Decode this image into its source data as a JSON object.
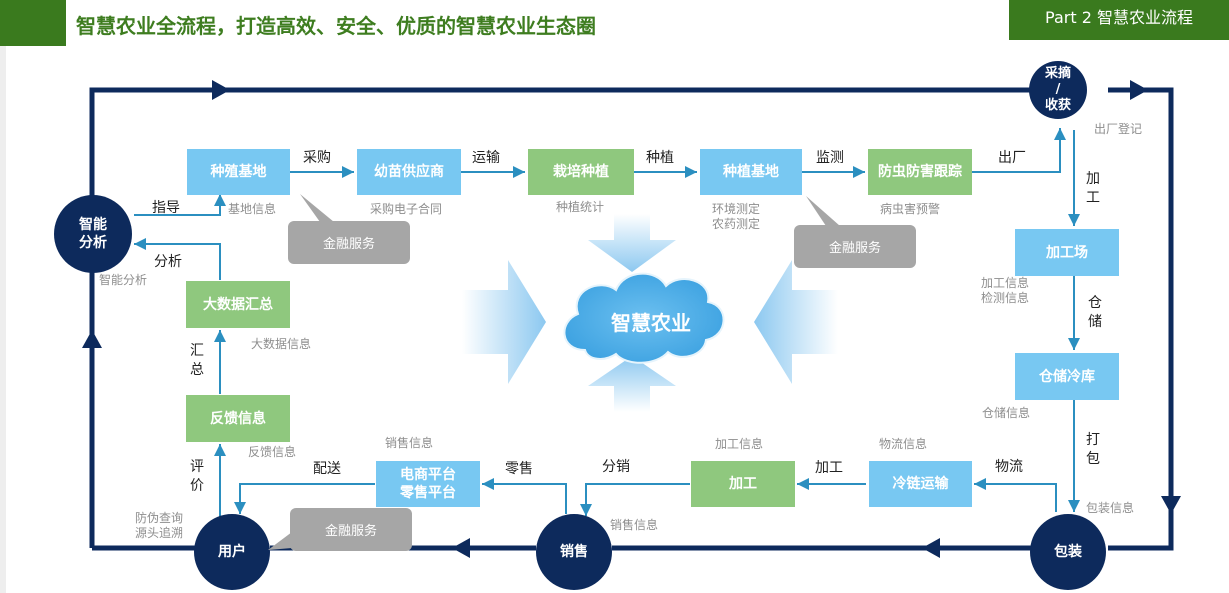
{
  "header": {
    "title": "智慧农业全流程，打造高效、安全、优质的智慧农业生态圈",
    "part_label": "Part 2 智慧农业流程"
  },
  "center": {
    "label": "智慧农业"
  },
  "circles": {
    "picking": "采摘\n/\n收获",
    "analysis": "智能\n分析",
    "user": "用户",
    "sales": "销售",
    "packing": "包装"
  },
  "boxes": {
    "breeding_base": "种殖基地",
    "seedling_supplier": "幼苗供应商",
    "cultivation": "栽培种植",
    "planting_base": "种植基地",
    "pest_tracking": "防虫防害跟踪",
    "processing_plant": "加工场",
    "cold_storage": "仓储冷库",
    "cold_chain": "冷链运输",
    "processing": "加工",
    "ecommerce": "电商平台\n零售平台",
    "feedback": "反馈信息",
    "bigdata": "大数据汇总"
  },
  "edge_labels": {
    "purchase": "采购",
    "transport": "运输",
    "plant": "种植",
    "monitor": "监测",
    "exit": "出厂",
    "guide": "指导",
    "analyze": "分析",
    "summarize": "汇总",
    "evaluate": "评价",
    "deliver": "配送",
    "retail": "零售",
    "distribute": "分销",
    "process": "加工",
    "logistics": "物流",
    "process_v": "加工",
    "storage_v": "仓储",
    "pack_v": "打包"
  },
  "notes": {
    "base_info": "基地信息",
    "purchase_contract": "采购电子合同",
    "plant_stats": "种植统计",
    "env_test": "环境测定\n农药测定",
    "pest_warning": "病虫害预警",
    "exit_register": "出厂登记",
    "process_info_r": "加工信息\n检测信息",
    "storage_info": "仓储信息",
    "packing_info": "包装信息",
    "logistics_info": "物流信息",
    "process_info_b": "加工信息",
    "sales_info_top": "销售信息",
    "sales_info_bottom": "销售信息",
    "feedback_info": "反馈信息",
    "bigdata_info": "大数据信息",
    "smart_analysis": "智能分析",
    "trace": "防伪查询\n源头追溯"
  },
  "bubbles": {
    "finance1": "金融服务",
    "finance2": "金融服务",
    "finance3": "金融服务"
  },
  "colors": {
    "header_green": "#3a7a1e",
    "title_green": "#3e7d20",
    "navy": "#0d2a5c",
    "box_blue": "#78c8f2",
    "box_green": "#8fc87e",
    "arrow_line": "#2b8fc0",
    "bubble_gray": "#a6a6a6"
  }
}
